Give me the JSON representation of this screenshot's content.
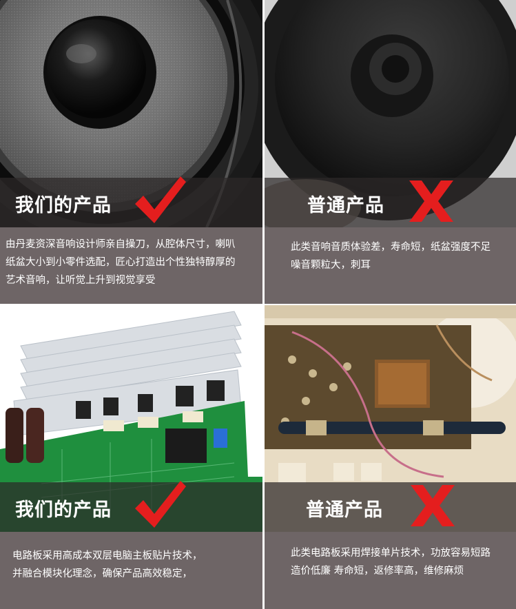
{
  "top_left": {
    "label": "我们的产品",
    "mark": "check-mark",
    "desc_lines": [
      "由丹麦资深音响设计师亲自操刀，从腔体尺寸，喇叭",
      "纸盆大小到小零件选配，匠心打造出个性独特醇厚的",
      "艺术音响，让听觉上升到视觉享受"
    ]
  },
  "top_right": {
    "label": "普通产品",
    "mark": "x-mark",
    "desc_lines": [
      "此类音响音质体验差，寿命短，纸盆强度不足",
      "噪音颗粒大，刺耳"
    ]
  },
  "bottom_left": {
    "label": "我们的产品",
    "mark": "check-mark",
    "desc_lines": [
      "电路板采用高成本双层电脑主板贴片技术，",
      "并融合模块化理念，确保产品高效稳定，"
    ]
  },
  "bottom_right": {
    "label": "普通产品",
    "mark": "x-mark",
    "desc_lines": [
      "此类电路板采用焊接单片技术，功放容易短路",
      "造价低廉 寿命短，返修率高，维修麻烦"
    ]
  },
  "colors": {
    "check": "#e41e1e",
    "x": "#e41e1e",
    "desc_bg": "#6e6566"
  }
}
